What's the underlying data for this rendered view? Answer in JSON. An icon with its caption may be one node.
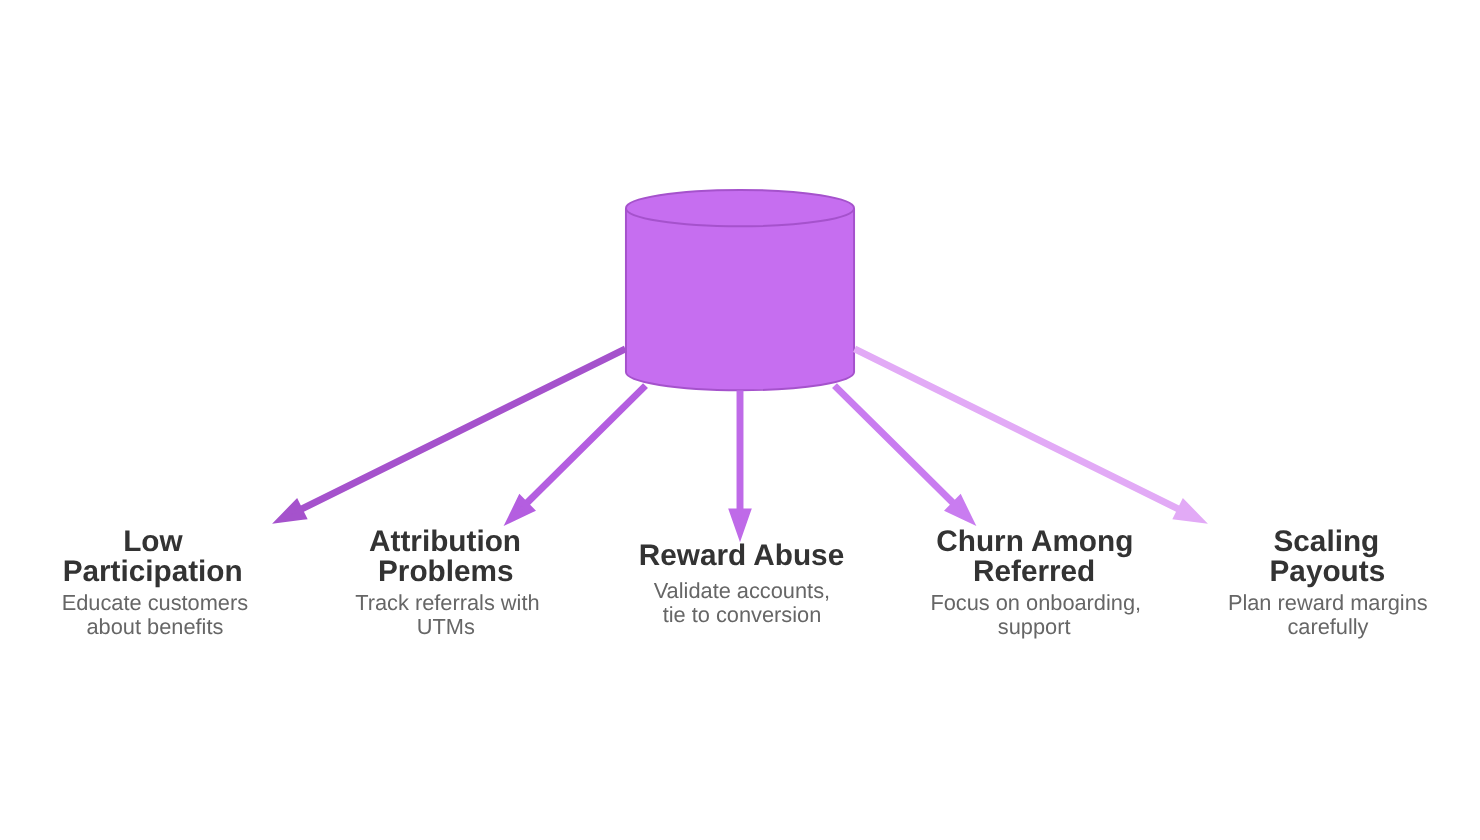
{
  "diagram": {
    "nodes": [
      {
        "text": [],
        "shape": "picture"
      },
      {
        "text": [
          "Low Participation",
          "Educate customers about benefits"
        ]
      },
      {
        "text": [
          "Attribution Problems",
          "Track referrals with UTMs"
        ]
      },
      {
        "text": [
          "Reward Abuse",
          "Validate accounts, tie to conversion"
        ]
      },
      {
        "text": [
          "Churn Among Referred",
          "Focus on onboarding, support"
        ]
      },
      {
        "text": [
          "Scaling Payouts",
          "Plan reward margins carefully"
        ]
      }
    ],
    "edges": [
      {
        "from": 0,
        "to": 1,
        "arrow": "to",
        "color": "#a552cc"
      },
      {
        "from": 0,
        "to": 2,
        "arrow": "to",
        "color": "#b45ee0"
      },
      {
        "from": 0,
        "to": 3,
        "arrow": "to",
        "color": "#bf6ae8"
      },
      {
        "from": 0,
        "to": 4,
        "arrow": "to",
        "color": "#c97cf0"
      },
      {
        "from": 0,
        "to": 5,
        "arrow": "to",
        "color": "#e2aaf6"
      }
    ]
  }
}
